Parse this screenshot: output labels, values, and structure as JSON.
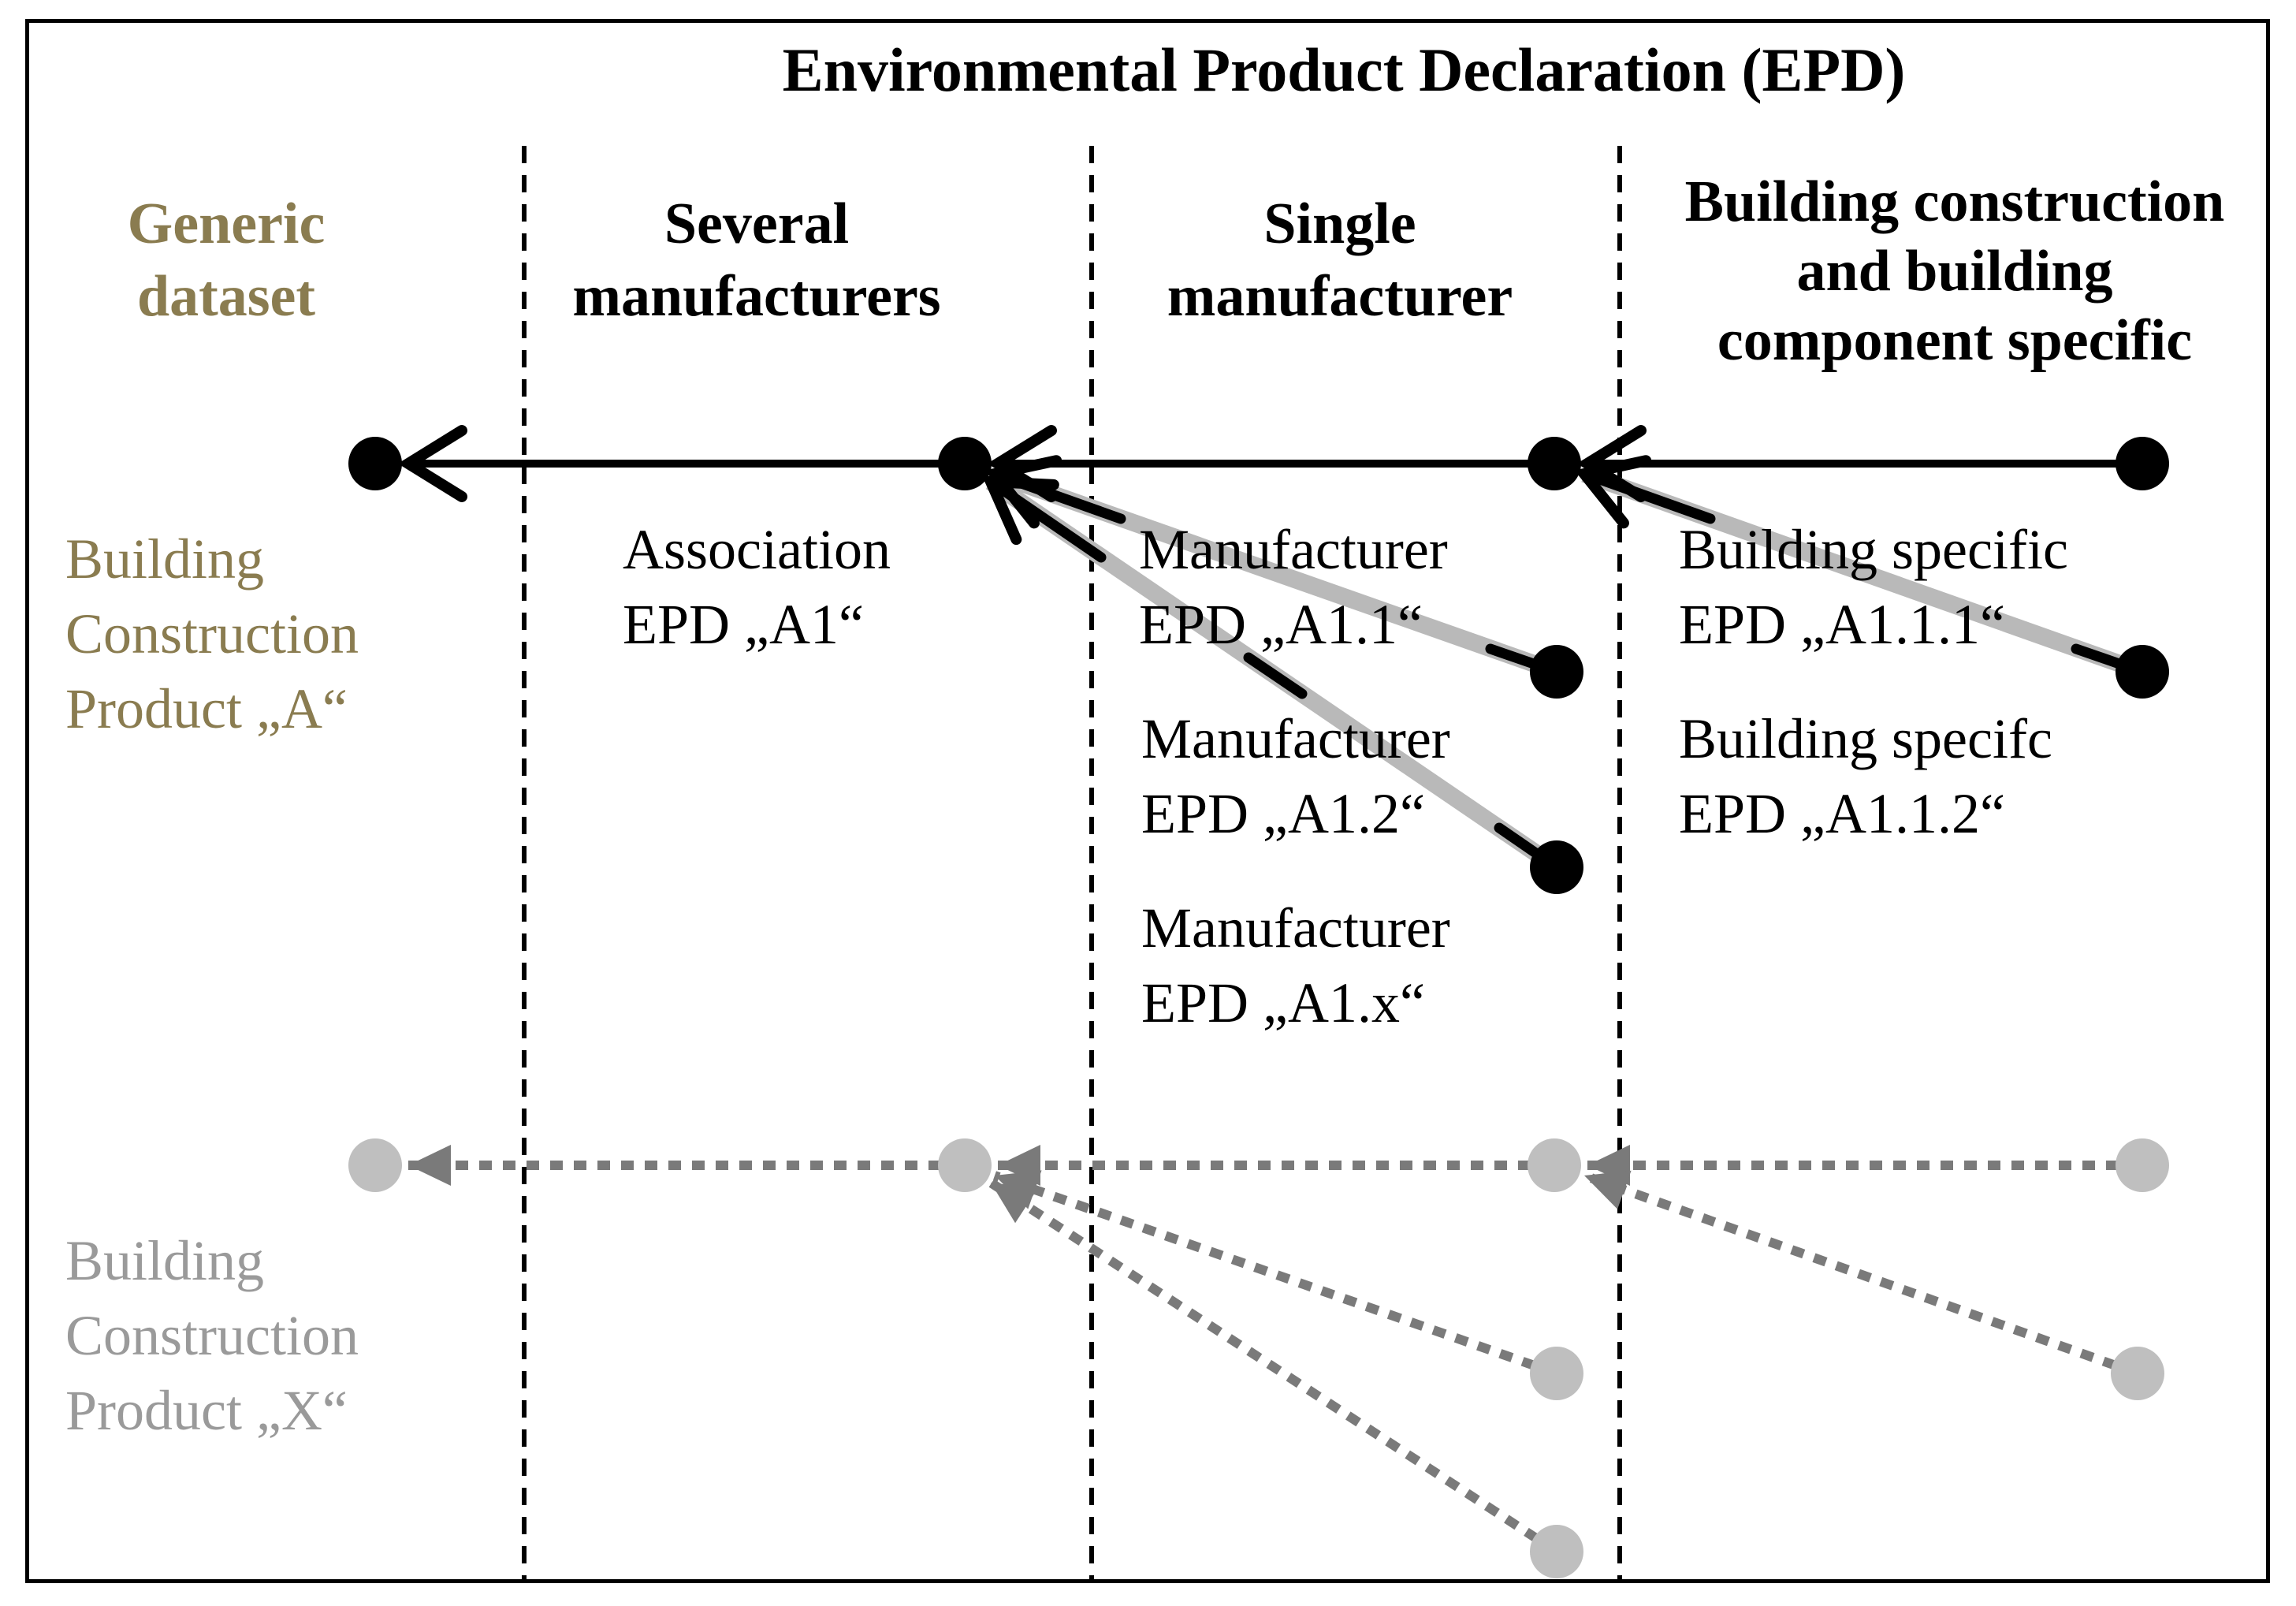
{
  "title": "Environmental Product Declaration (EPD)",
  "columns": {
    "generic": {
      "label": "Generic\ndataset"
    },
    "several": {
      "label": "Several\nmanufacturers"
    },
    "single": {
      "label": "Single\nmanufacturer"
    },
    "building": {
      "label": "Building construction\nand building\ncomponent specific"
    }
  },
  "product_a": {
    "name": "Building\nConstruction\nProduct „A“",
    "association_epd": "Association\nEPD „A1“",
    "manufacturer_epds": [
      "Manufacturer\nEPD „A1.1“",
      "Manufacturer\nEPD „A1.2“",
      "Manufacturer\nEPD „A1.x“"
    ],
    "building_epds": [
      "Building specific\nEPD „A1.1.1“",
      "Building specifc\nEPD „A1.1.2“"
    ]
  },
  "product_x": {
    "name": "Building\nConstruction\nProduct „X“"
  },
  "colors": {
    "accent-olive": "#8a7c50",
    "gray-text": "#9a9a9a",
    "gray-node": "#bfbfbf",
    "gray-arrow": "#7a7a7a",
    "gray-line": "#b9b9b9",
    "ink": "#000000"
  }
}
